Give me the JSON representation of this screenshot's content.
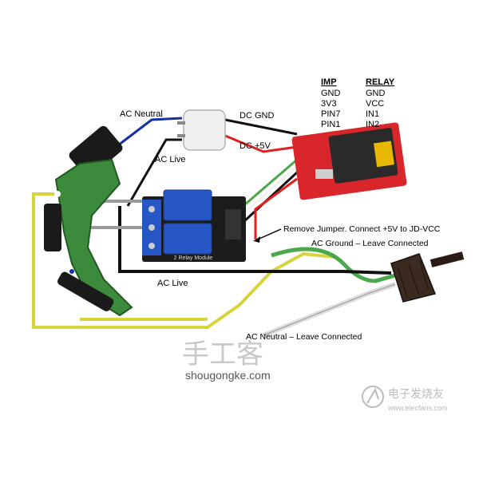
{
  "labels": {
    "ac_neutral_top": "AC Neutral",
    "ac_live_top": "AC Live",
    "dc_gnd": "DC GND",
    "dc_5v": "DC +5V",
    "remove_jumper": "Remove Jumper. Connect +5V to JD-VCC",
    "ac_ground": "AC Ground – Leave Connected",
    "ac_live_bottom": "AC Live",
    "ac_neutral_bottom": "AC Neutral – Leave Connected",
    "relay_module": "2 Relay Module"
  },
  "pin_table": {
    "headers": [
      "IMP",
      "RELAY"
    ],
    "rows": [
      [
        "GND",
        "GND"
      ],
      [
        "3V3",
        "VCC"
      ],
      [
        "PIN7",
        "IN1"
      ],
      [
        "PIN1",
        "IN2"
      ]
    ]
  },
  "watermark": {
    "chinese_text": "手工客",
    "site": "shougongke.com",
    "elecfans_cn": "电子发烧友",
    "elecfans_url": "www.elecfans.com"
  },
  "colors": {
    "wire_black": "#111111",
    "wire_blue": "#1530a8",
    "wire_yellow": "#d6d43a",
    "wire_green": "#4aa84a",
    "wire_red": "#e02020",
    "wire_gray": "#9a9a9a",
    "relay_blue": "#2757c4",
    "sd_board_red": "#d9262b",
    "pcb_green": "#3c8a3c"
  }
}
